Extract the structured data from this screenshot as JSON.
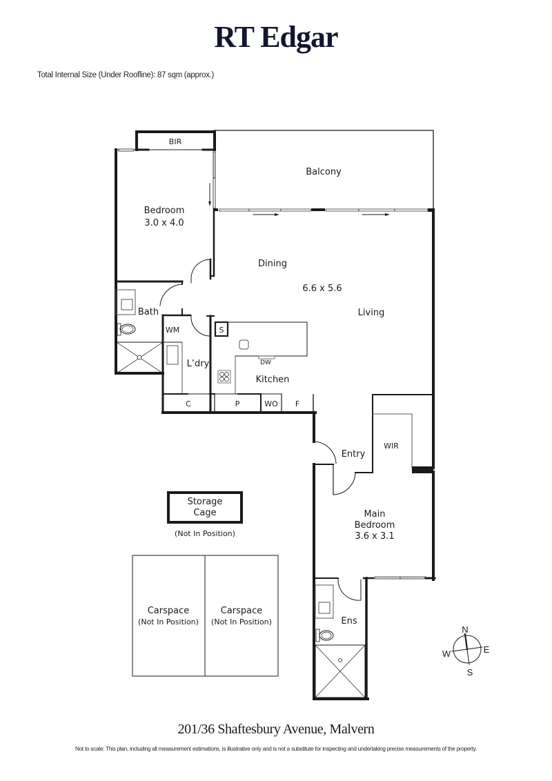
{
  "header": {
    "brand": "RT Edgar",
    "size_note": "Total Internal Size (Under Roofline):  87 sqm (approx.)"
  },
  "rooms": {
    "bir": "BIR",
    "balcony": "Balcony",
    "bedroom": {
      "name": "Bedroom",
      "dims": "3.0 x 4.0"
    },
    "dining": "Dining",
    "living_dims": "6.6 x 5.6",
    "living": "Living",
    "bath": "Bath",
    "wm": "WM",
    "s": "S",
    "laundry": "L’dry",
    "dw": "DW",
    "kitchen": "Kitchen",
    "c": "C",
    "p": "P",
    "wo": "WO",
    "f": "F",
    "entry": "Entry",
    "wir": "WIR",
    "main_bedroom": {
      "line1": "Main",
      "line2": "Bedroom",
      "dims": "3.6 x 3.1"
    },
    "ens": "Ens"
  },
  "extras": {
    "storage": {
      "line1": "Storage",
      "line2": "Cage",
      "note": "(Not In Position)"
    },
    "carspaces": [
      {
        "name": "Carspace",
        "note": "(Not In Position)"
      },
      {
        "name": "Carspace",
        "note": "(Not In Position)"
      }
    ]
  },
  "compass": {
    "n": "N",
    "s": "S",
    "e": "E",
    "w": "W"
  },
  "footer": {
    "address": "201/36 Shaftesbury Avenue, Malvern",
    "disclaimer": "Not to scale: This plan, including all measurement estimations, is illustrative only and is not a substitute for inspecting and undertaking precise measurements of the property."
  }
}
